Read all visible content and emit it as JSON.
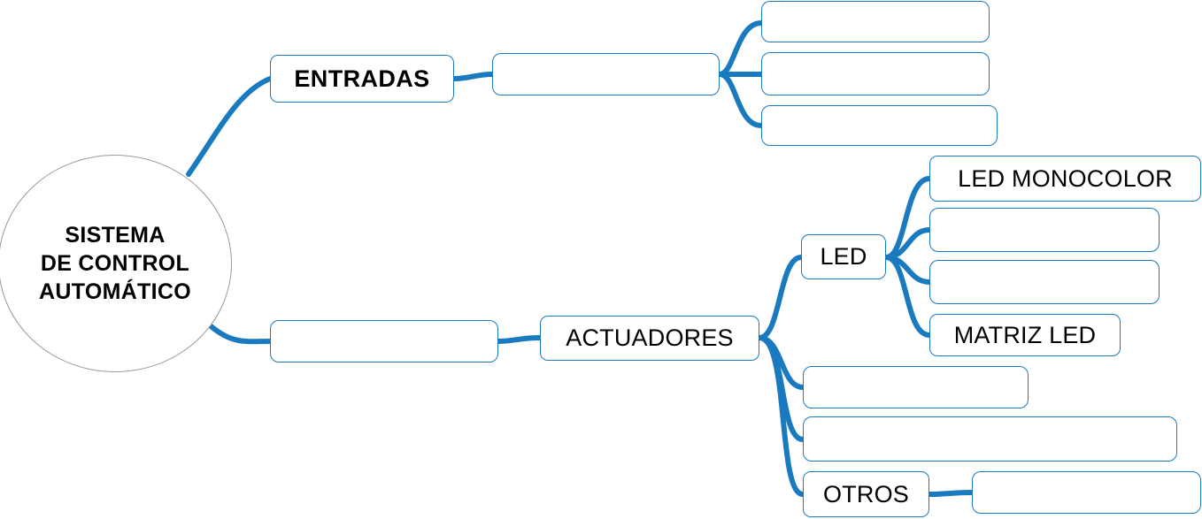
{
  "diagram": {
    "title": "Mapa mental - Sistema de control automatico",
    "accent_color": "#1a7ac0",
    "circle_border_color": "#9a9a9a",
    "text_color": "#000000",
    "background_color": "#ffffff"
  },
  "root": {
    "label_lines": [
      "SISTEMA",
      "DE CONTROL",
      "AUTOMÁTICO"
    ],
    "line1": "SISTEMA",
    "line2": "DE CONTROL",
    "line3": "AUTOMÁTICO"
  },
  "branches": {
    "entradas": {
      "label": "ENTRADAS",
      "child_label": "",
      "grandchildren": [
        {
          "label": ""
        },
        {
          "label": ""
        },
        {
          "label": ""
        }
      ]
    },
    "actuadores": {
      "intermediate_label": "",
      "label": "ACTUADORES",
      "children": [
        {
          "label": "LED",
          "grandchildren": [
            {
              "label": "LED MONOCOLOR"
            },
            {
              "label": ""
            },
            {
              "label": ""
            },
            {
              "label": "MATRIZ LED"
            }
          ]
        },
        {
          "label": "",
          "grandchildren": []
        },
        {
          "label": "",
          "grandchildren": []
        },
        {
          "label": "OTROS",
          "grandchildren": [
            {
              "label": ""
            }
          ]
        }
      ]
    }
  }
}
